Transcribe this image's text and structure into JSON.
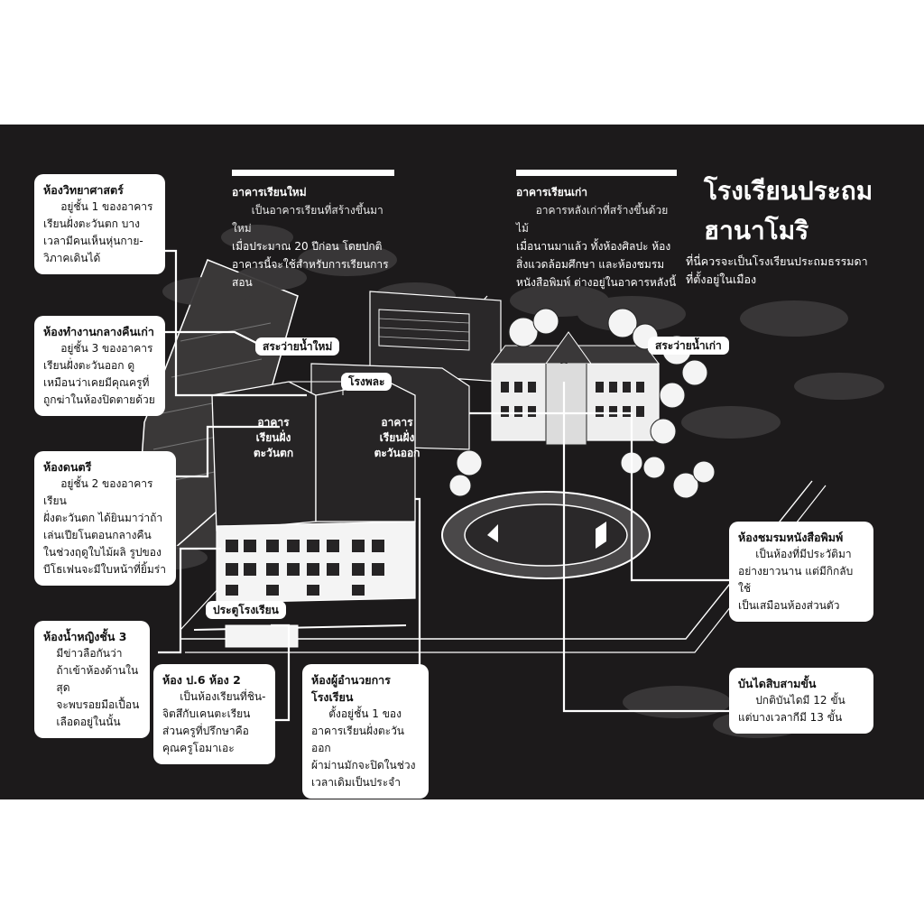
{
  "title": {
    "line1": "โรงเรียนประถม",
    "line2": "ฮานาโมริ",
    "subtitle1": "ที่นี่ควรจะเป็นโรงเรียนประถมธรรมดา",
    "subtitle2": "ที่ตั้งอยู่ในเมือง"
  },
  "headers": {
    "new_building": {
      "heading": "อาคารเรียนใหม่",
      "lines": [
        "เป็นอาคารเรียนที่สร้างขึ้นมาใหม่",
        "เมื่อประมาณ 20 ปีก่อน โดยปกติ",
        "อาคารนี้จะใช้สำหรับการเรียนการ",
        "สอน"
      ]
    },
    "old_building": {
      "heading": "อาคารเรียนเก่า",
      "lines": [
        "อาคารหลังเก่าที่สร้างขึ้นด้วยไม้",
        "เมื่อนานมาแล้ว ทั้งห้องศิลปะ ห้อง",
        "สิ่งแวดล้อมศึกษา และห้องชมรม",
        "หนังสือพิมพ์ ต่างอยู่ในอาคารหลังนี้"
      ]
    }
  },
  "callouts": {
    "science_room": {
      "heading": "ห้องวิทยาศาสตร์",
      "lines": [
        "อยู่ชั้น 1 ของอาคาร",
        "เรียนฝั่งตะวันตก บาง",
        "เวลามีคนเห็นหุ่นกาย-",
        "วิภาคเดินได้"
      ]
    },
    "night_office": {
      "heading": "ห้องทำงานกลางคืนเก่า",
      "lines": [
        "อยู่ชั้น 3 ของอาคาร",
        "เรียนฝั่งตะวันออก ดู",
        "เหมือนว่าเคยมีคุณครูที่",
        "ถูกฆ่าในห้องปิดตายด้วย"
      ]
    },
    "music_room": {
      "heading": "ห้องดนตรี",
      "lines": [
        "อยู่ชั้น 2 ของอาคารเรียน",
        "ฝั่งตะวันตก ได้ยินมาว่าถ้า",
        "เล่นเปียโนตอนกลางคืน",
        "ในช่วงฤดูใบไม้ผลิ รูปของ",
        "บีโธเฟนจะมีใบหน้าที่ยิ้มร่า"
      ]
    },
    "girls_toilet": {
      "heading": "ห้องน้ำหญิงชั้น 3",
      "lines": [
        "มีข่าวลือกันว่า",
        "ถ้าเข้าห้องด้านในสุด",
        "จะพบรอยมือเปื้อน",
        "เลือดอยู่ในนั้น"
      ]
    },
    "class_room": {
      "heading": "ห้อง ป.6 ห้อง 2",
      "lines": [
        "เป็นห้องเรียนที่ชิน-",
        "จิตสึกับเคนตะเรียน",
        "ส่วนครูที่ปรึกษาคือ",
        "คุณครูโอมาเอะ"
      ]
    },
    "principal_room": {
      "heading": "ห้องผู้อำนวยการโรงเรียน",
      "lines": [
        "ตั้งอยู่ชั้น 1 ของ",
        "อาคารเรียนฝั่งตะวันออก",
        "ผ้าม่านมักจะปิดในช่วง",
        "เวลาเดิมเป็นประจำ"
      ]
    },
    "newspaper_club": {
      "heading": "ห้องชมรมหนังสือพิมพ์",
      "lines": [
        "เป็นห้องที่มีประวัติมา",
        "อย่างยาวนาน แต่มีกิกลับใช้",
        "เป็นเสมือนห้องส่วนตัว"
      ]
    },
    "thirteen_stairs": {
      "heading": "บันไดสิบสามขั้น",
      "lines": [
        "ปกติบันไดมี 12 ขั้น",
        "แต่บางเวลากีมี 13 ขั้น"
      ]
    }
  },
  "labels": {
    "new_pool": "สระว่ายน้ำใหม่",
    "old_pool": "สระว่ายน้ำเก่า",
    "gym": "โรงพละ",
    "school_gate": "ประตูโรงเรียน"
  },
  "buildings": {
    "west": [
      "อาคาร",
      "เรียนฝั่ง",
      "ตะวันตก"
    ],
    "east": [
      "อาคาร",
      "เรียนฝั่ง",
      "ตะวันออก"
    ]
  },
  "colors": {
    "background": "#1c1a1b",
    "page": "#ffffff",
    "line": "#ffffff"
  }
}
